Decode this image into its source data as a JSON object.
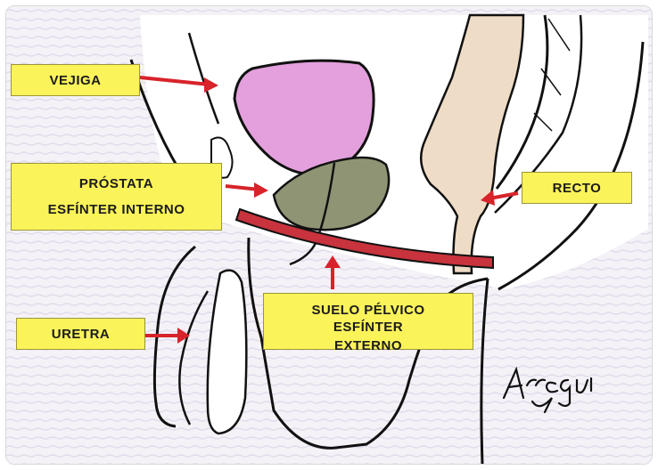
{
  "labels": {
    "vejiga": "VEJIGA",
    "prostata": "PRÓSTATA",
    "esfinter_interno": "ESFÍNTER INTERNO",
    "recto": "RECTO",
    "uretra": "URETRA",
    "suelo_pelvico": [
      "SUELO PÉLVICO",
      "ESFÍNTER",
      "EXTERNO"
    ]
  },
  "signature": "Arregui",
  "colors": {
    "label_fill": "#fbf35a",
    "arrow": "#d8232a",
    "bladder": "#e3a0dc",
    "prostate": "#8f9574",
    "rectum": "#efdcc6",
    "pelvic_floor": "#c8333d"
  }
}
